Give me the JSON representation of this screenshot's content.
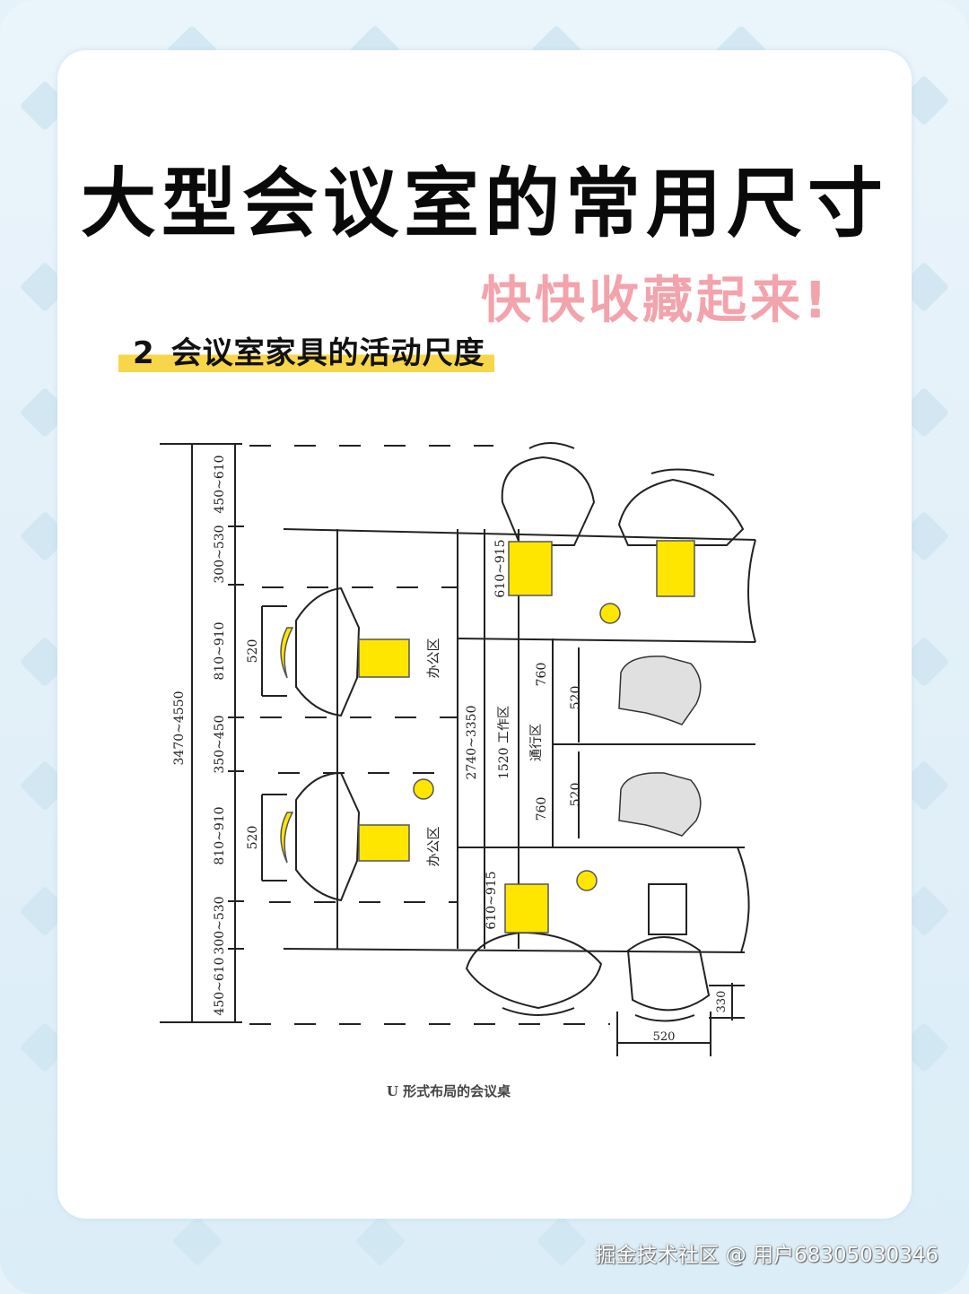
{
  "header": {
    "title": "大型会议室的常用尺寸",
    "subtitle": "快快收藏起来!",
    "section_number": "2",
    "section_title": "会议室家具的活动尺度"
  },
  "colors": {
    "title": "#0a0a0a",
    "subtitle": "#f3a3ab",
    "highlight": "#f7d64a",
    "furniture_yellow": "#ffe600",
    "background": "#e6f2fa",
    "card": "#ffffff"
  },
  "diagram": {
    "caption": "U 形式布局的会议桌",
    "dimensions": {
      "overall_height": "3470~4550",
      "left_segments": [
        "450~610",
        "300~530",
        "810~910",
        "350~450",
        "810~910",
        "300~530",
        "450~610"
      ],
      "chair_width_left_top": "520",
      "chair_width_left_bottom": "520",
      "room_width": "2740~3350",
      "work_zone": "1520 工作区",
      "passage_zone": "通行区",
      "passage_top": "760",
      "passage_bottom": "760",
      "seat_top": "520",
      "seat_bottom": "520",
      "table_depth_top": "610~915",
      "table_depth_bottom": "610~915",
      "chair_depth": "330",
      "chair_width": "520"
    },
    "zone_labels": {
      "office_zone_top": "办公区",
      "office_zone_bottom": "办公区"
    }
  },
  "footer": {
    "watermark": "掘金技术社区 @ 用户68305030346"
  }
}
